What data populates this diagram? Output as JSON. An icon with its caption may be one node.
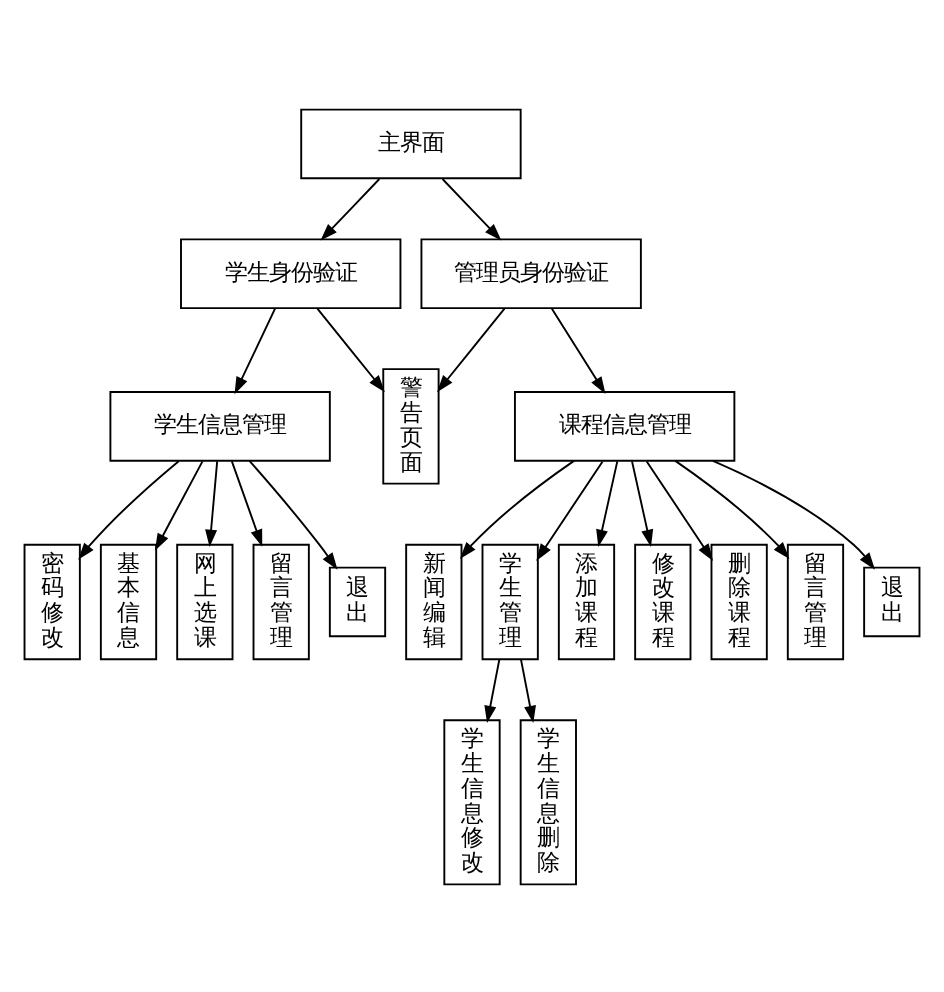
{
  "diagram": {
    "nodes": [
      {
        "text": [
          "主界面"
        ]
      },
      {
        "text": [
          "学生身份验证"
        ]
      },
      {
        "text": [
          "管理员身份验证"
        ]
      },
      {
        "text": [
          "学生信息管理"
        ]
      },
      {
        "text": [
          "警告页面"
        ]
      },
      {
        "text": [
          "密码修改"
        ]
      },
      {
        "text": [
          "基本信息"
        ]
      },
      {
        "text": [
          "网上选课"
        ]
      },
      {
        "text": [
          "留言管理"
        ]
      },
      {
        "text": [
          "退出"
        ]
      },
      {
        "text": [
          "课程信息管理"
        ]
      },
      {
        "text": [
          "新闻编辑"
        ]
      },
      {
        "text": [
          "学生管理"
        ]
      },
      {
        "text": [
          "添加课程"
        ]
      },
      {
        "text": [
          "修改课程"
        ]
      },
      {
        "text": [
          "删除课程"
        ]
      },
      {
        "text": [
          "留言管理"
        ]
      },
      {
        "text": [
          "退出"
        ]
      },
      {
        "text": [
          "学生信息修改"
        ]
      },
      {
        "text": [
          "学生信息删除"
        ]
      }
    ],
    "edges": [
      {
        "from": 0,
        "to": 1,
        "arrow": "to"
      },
      {
        "from": 0,
        "to": 2,
        "arrow": "to"
      },
      {
        "from": 1,
        "to": 3,
        "arrow": "to"
      },
      {
        "from": 1,
        "to": 4,
        "arrow": "to"
      },
      {
        "from": 2,
        "to": 4,
        "arrow": "to"
      },
      {
        "from": 2,
        "to": 10,
        "arrow": "to"
      },
      {
        "from": 3,
        "to": 5,
        "arrow": "to"
      },
      {
        "from": 3,
        "to": 6,
        "arrow": "to"
      },
      {
        "from": 3,
        "to": 7,
        "arrow": "to"
      },
      {
        "from": 3,
        "to": 8,
        "arrow": "to"
      },
      {
        "from": 3,
        "to": 9,
        "arrow": "to"
      },
      {
        "from": 10,
        "to": 11,
        "arrow": "to"
      },
      {
        "from": 10,
        "to": 12,
        "arrow": "to"
      },
      {
        "from": 10,
        "to": 13,
        "arrow": "to"
      },
      {
        "from": 10,
        "to": 14,
        "arrow": "to"
      },
      {
        "from": 10,
        "to": 15,
        "arrow": "to"
      },
      {
        "from": 10,
        "to": 16,
        "arrow": "to"
      },
      {
        "from": 10,
        "to": 17,
        "arrow": "to"
      },
      {
        "from": 12,
        "to": 18,
        "arrow": "to"
      },
      {
        "from": 12,
        "to": 19,
        "arrow": "to"
      }
    ]
  }
}
